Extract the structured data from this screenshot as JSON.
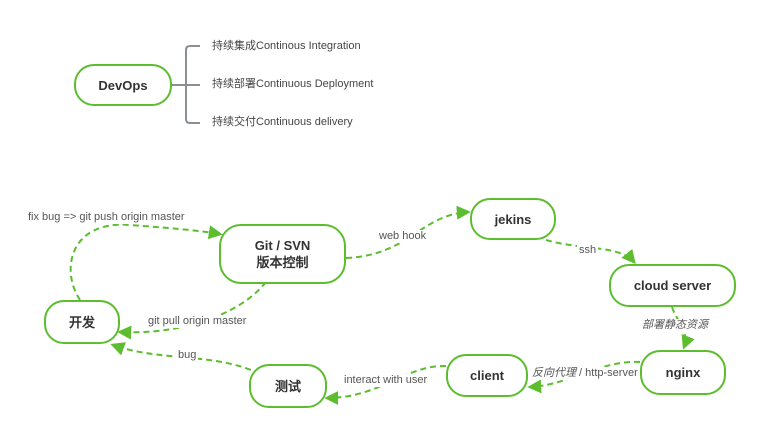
{
  "mindmap": {
    "root": "DevOps",
    "branches": [
      "持续集成Continous Integration",
      "持续部署Continuous Deployment",
      "持续交付Continuous delivery"
    ]
  },
  "flow": {
    "nodes": {
      "dev": "开发",
      "vcs_line1": "Git / SVN",
      "vcs_line2": "版本控制",
      "jenkins": "jekins",
      "cloud": "cloud server",
      "nginx": "nginx",
      "client": "client",
      "test": "测试"
    },
    "edges": {
      "push": "fix bug => git push origin master",
      "pull": "git pull origin master",
      "webhook": "web hook",
      "ssh": "ssh",
      "deploy_static": "部署静态资源",
      "proxy_prefix": "反向代理",
      "proxy_suffix": " / http-server",
      "interact": "interact with user",
      "bug": "bug"
    }
  },
  "colors": {
    "node_border": "#5cbd2e",
    "edge": "#5cbd2e",
    "bracket": "#8a8f96"
  }
}
